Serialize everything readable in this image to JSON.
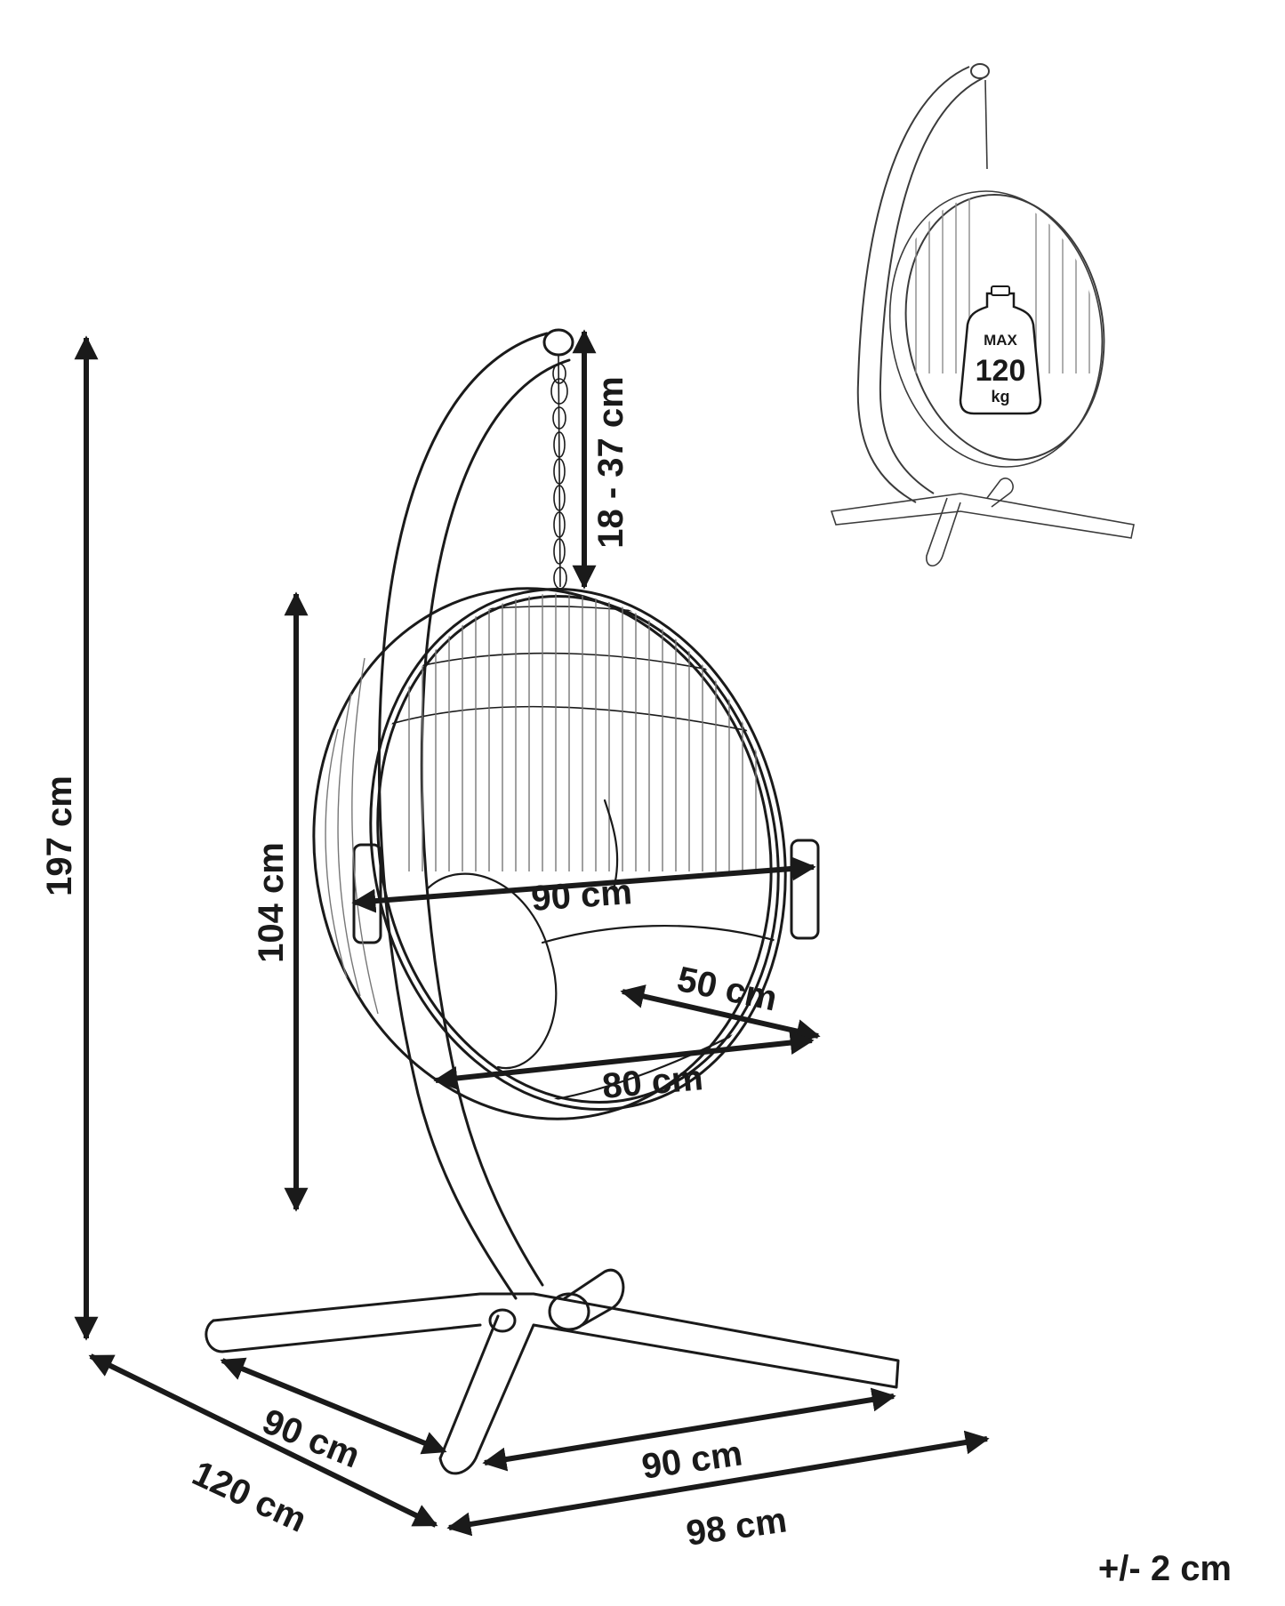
{
  "dimensions": {
    "total_height": "197 cm",
    "chair_height": "104 cm",
    "chain_length": "18 - 37 cm",
    "chair_width": "90 cm",
    "seat_depth": "50 cm",
    "seat_width": "80 cm",
    "base_leg_left": "90 cm",
    "base_leg_right": "90 cm",
    "base_width": "120 cm",
    "base_depth": "98 cm"
  },
  "tolerance": "+/- 2 cm",
  "max_load": {
    "line1": "MAX",
    "line2": "120",
    "line3": "kg"
  }
}
